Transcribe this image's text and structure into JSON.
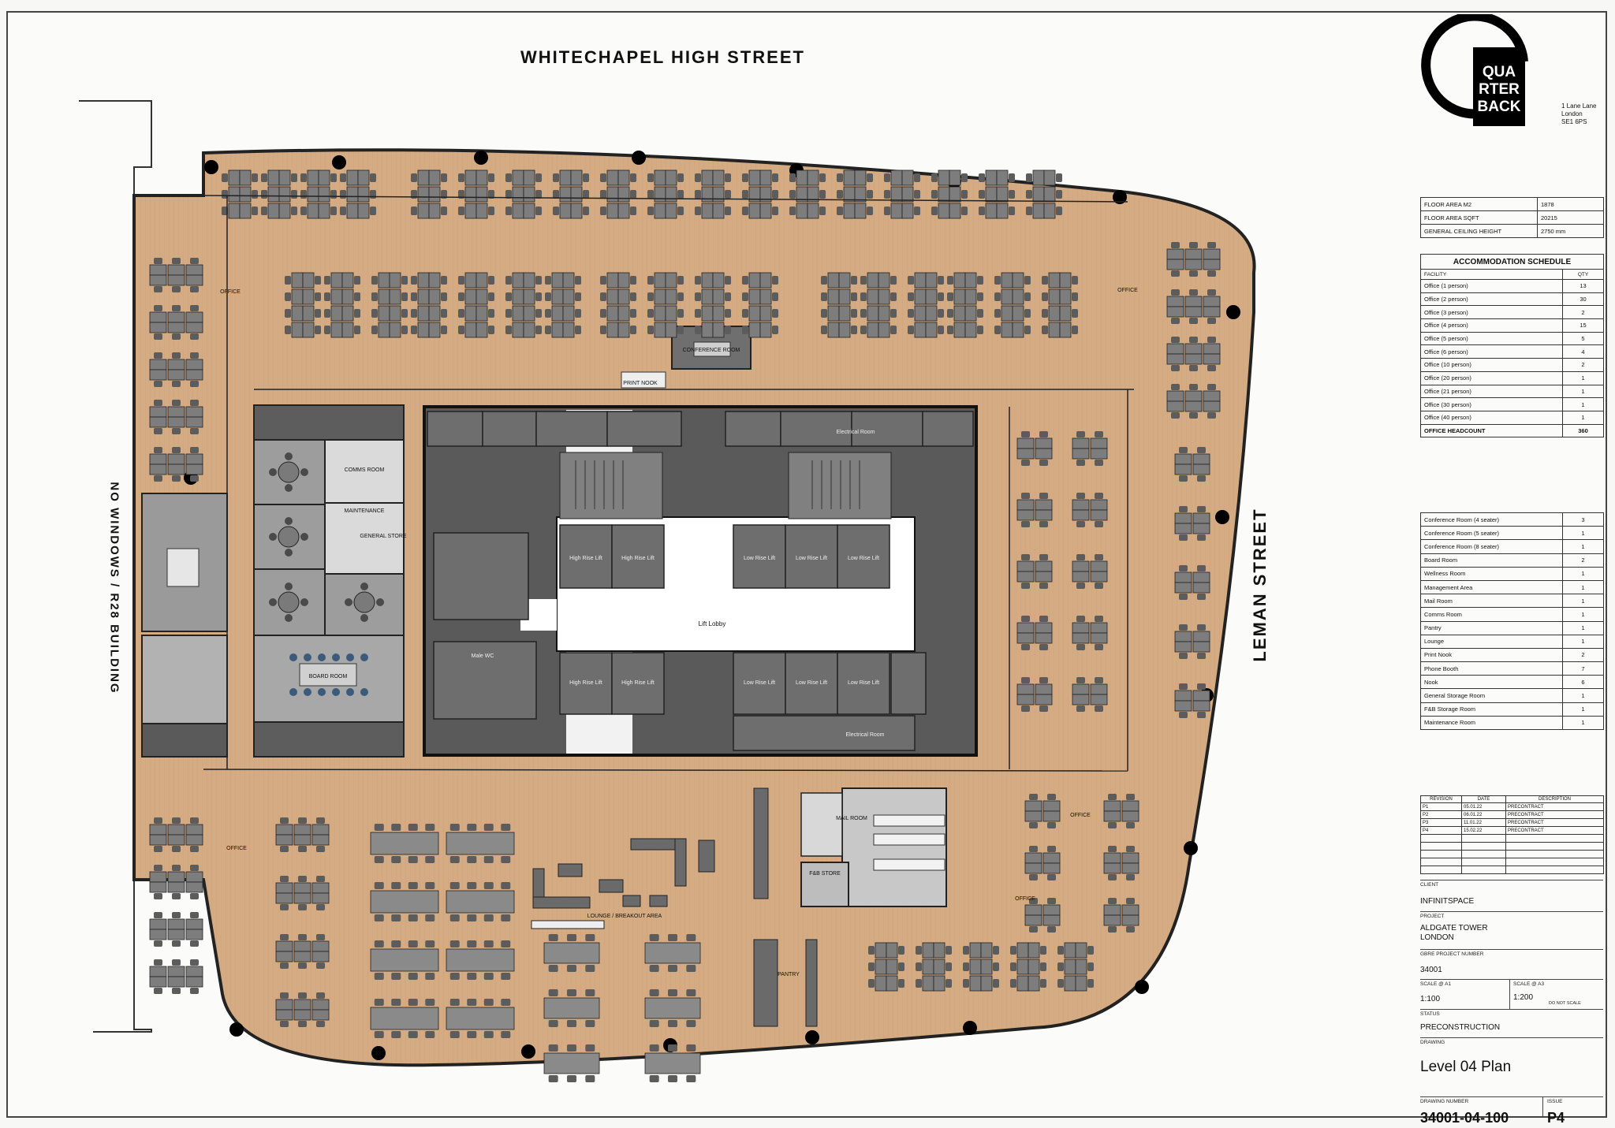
{
  "streets": {
    "top": "WHITECHAPEL HIGH STREET",
    "right": "LEMAN STREET",
    "left": "NO WINDOWS / R28 BUILDING"
  },
  "colors": {
    "floor": "#d4ab83",
    "furniture": "#7d7d7d",
    "core": "#4f4f4f",
    "lobby": "#ffffff",
    "walls": "#222222",
    "meeting_rooms": "#a6a6a6"
  },
  "plan_labels": {
    "lift_lobby": "Lift Lobby",
    "board_room": "BOARD ROOM",
    "comms_room": "COMMS ROOM",
    "maintenance": "MAINTENANCE",
    "general_store": "GENERAL STORE",
    "conference_room": "CONFERENCE ROOM",
    "print_nook": "PRINT NOOK",
    "lounge": "LOUNGE / BREAKOUT AREA",
    "pantry": "PANTRY",
    "mail_room": "MAIL ROOM",
    "fb_store": "F&B STORE",
    "male_wc": "Male WC",
    "high_rise_lift": "High Rise Lift",
    "low_rise_lift": "Low Rise Lift",
    "electrical_room": "Electrical Room",
    "office": "OFFICE"
  },
  "logo": {
    "line1": "QUA",
    "line2": "RTER",
    "line3": "BACK"
  },
  "address": "1 Lane Lane\nLondon\nSE1 6PS",
  "area": [
    {
      "label": "FLOOR AREA M2",
      "value": "1878"
    },
    {
      "label": "FLOOR AREA SQFT",
      "value": "20215"
    },
    {
      "label": "GENERAL CEILING HEIGHT",
      "value": "2750 mm"
    }
  ],
  "accommodation": {
    "title": "ACCOMMODATION SCHEDULE",
    "col_facility": "FACILITY",
    "col_qty": "QTY",
    "rows": [
      {
        "facility": "Office (1 person)",
        "qty": "13"
      },
      {
        "facility": "Office (2 person)",
        "qty": "30"
      },
      {
        "facility": "Office (3 person)",
        "qty": "2"
      },
      {
        "facility": "Office (4 person)",
        "qty": "15"
      },
      {
        "facility": "Office (5 person)",
        "qty": "5"
      },
      {
        "facility": "Office (6 person)",
        "qty": "4"
      },
      {
        "facility": "Office (10 person)",
        "qty": "2"
      },
      {
        "facility": "Office (20 person)",
        "qty": "1"
      },
      {
        "facility": "Office (21 person)",
        "qty": "1"
      },
      {
        "facility": "Office (30 person)",
        "qty": "1"
      },
      {
        "facility": "Office (40 person)",
        "qty": "1"
      }
    ],
    "total_label": "OFFICE HEADCOUNT",
    "total_value": "360"
  },
  "facilities": [
    {
      "facility": "Conference Room (4 seater)",
      "qty": "3"
    },
    {
      "facility": "Conference Room (5 seater)",
      "qty": "1"
    },
    {
      "facility": "Conference Room (8 seater)",
      "qty": "1"
    },
    {
      "facility": "Board Room",
      "qty": "2"
    },
    {
      "facility": "Wellness Room",
      "qty": "1"
    },
    {
      "facility": "Management Area",
      "qty": "1"
    },
    {
      "facility": "Mail Room",
      "qty": "1"
    },
    {
      "facility": "Comms Room",
      "qty": "1"
    },
    {
      "facility": "Pantry",
      "qty": "1"
    },
    {
      "facility": "Lounge",
      "qty": "1"
    },
    {
      "facility": "Print Nook",
      "qty": "2"
    },
    {
      "facility": "Phone Booth",
      "qty": "7"
    },
    {
      "facility": "Nook",
      "qty": "6"
    },
    {
      "facility": "General Storage Room",
      "qty": "1"
    },
    {
      "facility": "F&B Storage Room",
      "qty": "1"
    },
    {
      "facility": "Maintenance Room",
      "qty": "1"
    }
  ],
  "revisions": {
    "headers": [
      "REVISION",
      "DATE",
      "DESCRIPTION"
    ],
    "rows": [
      {
        "rev": "P1",
        "date": "05.01.22",
        "desc": "PRECONTRACT"
      },
      {
        "rev": "P2",
        "date": "06.01.22",
        "desc": "PRECONTRACT"
      },
      {
        "rev": "P3",
        "date": "11.01.22",
        "desc": "PRECONTRACT"
      },
      {
        "rev": "P4",
        "date": "15.02.22",
        "desc": "PRECONTRACT"
      }
    ]
  },
  "client": {
    "label": "CLIENT",
    "value": "INFINITSPACE"
  },
  "project": {
    "label": "PROJECT",
    "value": "ALDGATE TOWER\nLONDON"
  },
  "project_number": {
    "label": "GBRE PROJECT NUMBER",
    "value": "34001"
  },
  "scale_a1": {
    "label": "SCALE @ A1",
    "value": "1:100"
  },
  "scale_a3": {
    "label": "SCALE @ A3",
    "value": "1:200",
    "note": "DO NOT SCALE"
  },
  "status": {
    "label": "STATUS",
    "value": "PRECONSTRUCTION"
  },
  "drawing": {
    "label": "DRAWING",
    "value": "Level 04 Plan"
  },
  "drawing_number": {
    "label": "DRAWING NUMBER",
    "value": "34001-04-100"
  },
  "issue": {
    "label": "ISSUE",
    "value": "P4"
  }
}
